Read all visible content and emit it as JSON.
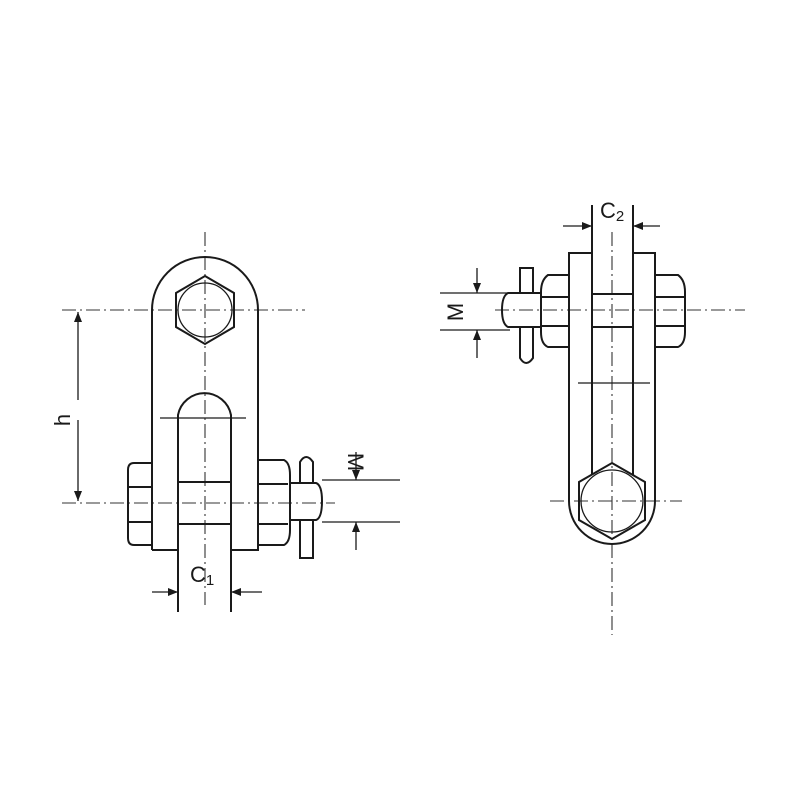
{
  "labels": {
    "left_height": "h",
    "left_thread": "M",
    "left_width_main": "C",
    "left_width_sub": "1",
    "right_thread": "M",
    "right_width_main": "C",
    "right_width_sub": "2"
  },
  "colors": {
    "line": "#1a1a1a",
    "background": "#ffffff"
  }
}
